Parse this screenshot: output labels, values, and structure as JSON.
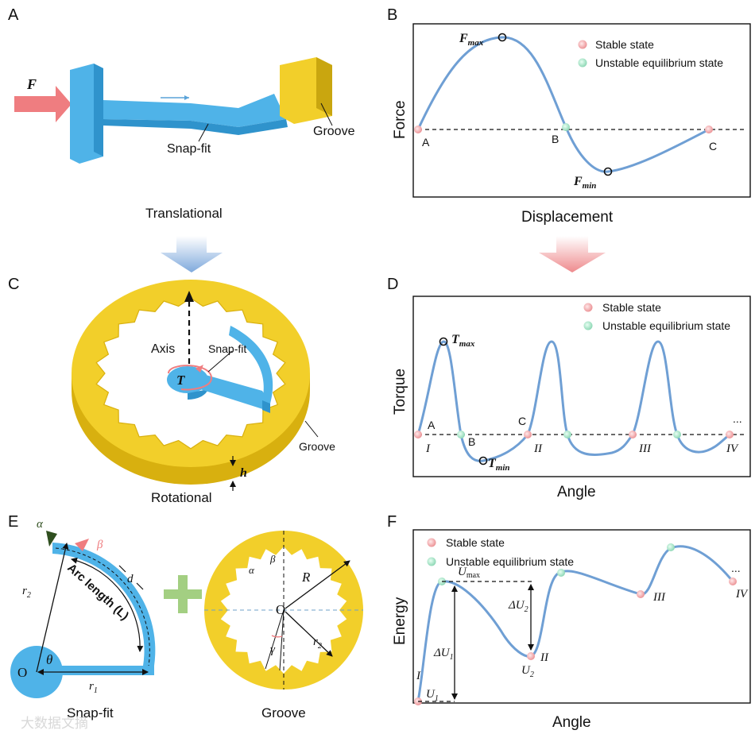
{
  "panels": {
    "A": "A",
    "B": "B",
    "C": "C",
    "D": "D",
    "E": "E",
    "F": "F"
  },
  "panelA": {
    "force": "F",
    "snapfit": "Snap-fit",
    "groove": "Groove",
    "caption": "Translational"
  },
  "panelB": {
    "ylabel": "Force",
    "xlabel": "Displacement",
    "legend_stable": "Stable state",
    "legend_unstable": "Unstable equilibrium state",
    "fmax_main": "F",
    "fmax_sub": "max",
    "fmin_main": "F",
    "fmin_sub": "min",
    "ptA": "A",
    "ptB": "B",
    "ptC": "C"
  },
  "panelC": {
    "axis": "Axis",
    "torque": "T",
    "snapfit": "Snap-fit",
    "groove": "Groove",
    "h": "h",
    "caption": "Rotational"
  },
  "panelD": {
    "ylabel": "Torque",
    "xlabel": "Angle",
    "legend_stable": "Stable state",
    "legend_unstable": "Unstable equilibrium state",
    "tmax_main": "T",
    "tmax_sub": "max",
    "tmin_main": "T",
    "tmin_sub": "min",
    "ptA": "A",
    "ptB": "B",
    "ptC": "C",
    "r1": "I",
    "r2": "II",
    "r3": "III",
    "r4": "IV",
    "ellipsis": "..."
  },
  "panelE": {
    "alpha": "α",
    "beta": "β",
    "r2": "r",
    "r2_sub": "2",
    "r1": "r",
    "r1_sub": "1",
    "arc": "Arc length (L)",
    "d": "d",
    "theta": "θ",
    "O": "O",
    "caption_snap": "Snap-fit",
    "caption_groove": "Groove",
    "R": "R",
    "gamma": "γ",
    "g_r2": "r",
    "g_r2_sub": "2",
    "g_O": "O",
    "g_alpha": "α",
    "g_beta": "β"
  },
  "panelF": {
    "ylabel": "Energy",
    "xlabel": "Angle",
    "legend_stable": "Stable state",
    "legend_unstable": "Unstable equilibrium state",
    "umax_main": "U",
    "umax_sub": "max",
    "u1_main": "U",
    "u1_sub": "1",
    "u2_main": "U",
    "u2_sub": "2",
    "du1": "ΔU",
    "du1_sub": "1",
    "du2": "ΔU",
    "du2_sub": "2",
    "r1": "I",
    "r2": "II",
    "r3": "III",
    "r4": "IV",
    "ellipsis": "..."
  },
  "watermark": "大数据文摘",
  "colors": {
    "curve": "#6f9fd4",
    "stable": "#f2a3a6",
    "unstable": "#a8e3c8",
    "blue_part": "#4fb3e8",
    "yellow_part": "#f2cf2a",
    "force_arrow": "#ef7d80"
  }
}
